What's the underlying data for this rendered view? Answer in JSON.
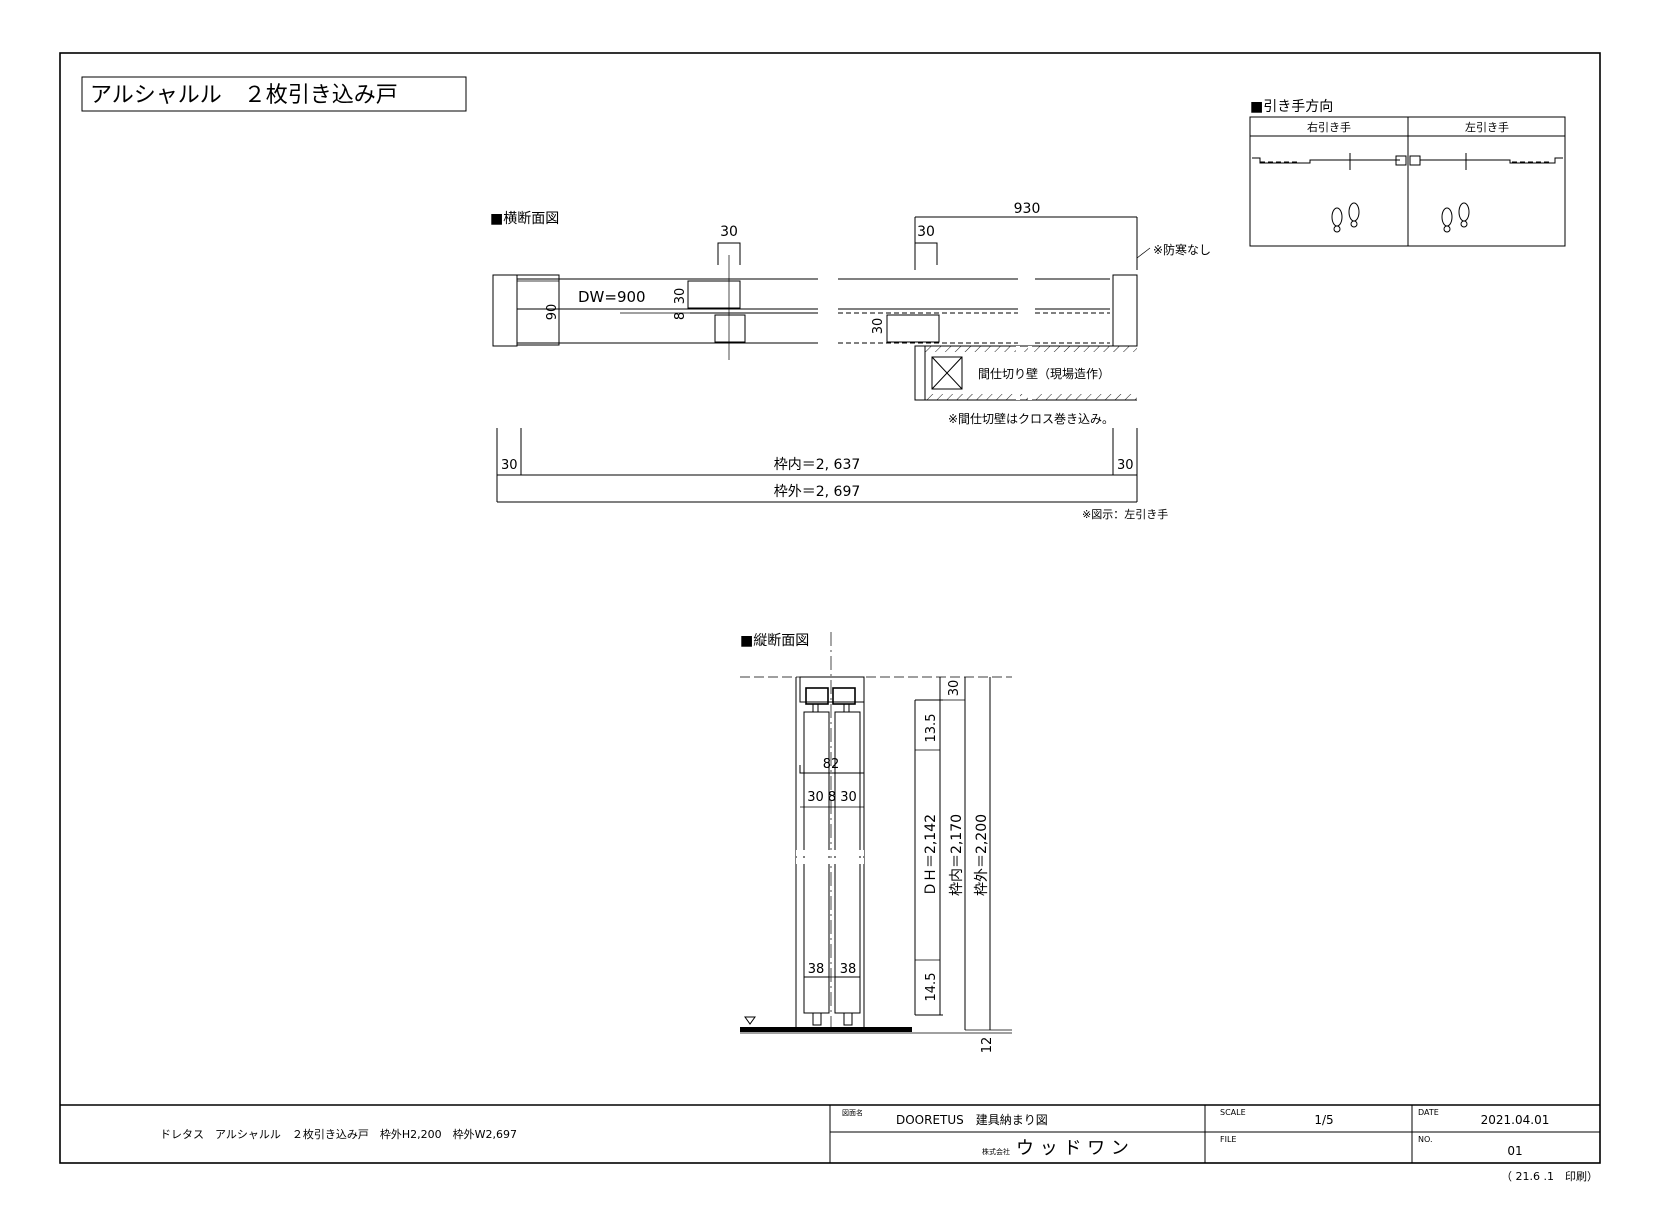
{
  "title": "アルシャルル　２枚引き込み戸",
  "handle_direction": {
    "heading": "■引き手方向",
    "right_label": "右引き手",
    "left_label": "左引き手"
  },
  "horizontal_section": {
    "heading": "■横断面図",
    "dim_930": "930",
    "dim_30_a": "30",
    "dim_30_b": "30",
    "dw": "DW=900",
    "dim_30_door": "30",
    "dim_8": "8",
    "dim_90": "90",
    "dim_30_c": "30",
    "note_weather": "※防寒なし",
    "partition_label": "間仕切り壁（現場造作）",
    "partition_note": "※間仕切壁はクロス巻き込み。",
    "dim_30_left": "30",
    "dim_30_right": "30",
    "inner_width": "枠内＝2, 637",
    "outer_width": "枠外＝2, 697",
    "figure_note": "※図示：左引き手"
  },
  "vertical_section": {
    "heading": "■縦断面図",
    "dim_82": "82",
    "dim_30_8_30": "30 8 30",
    "dim_38_a": "38",
    "dim_38_b": "38",
    "dim_30_top": "30",
    "dim_13_5": "13.5",
    "dim_14_5": "14.5",
    "dh": "ＤＨ＝2,142",
    "inner_height": "枠内＝2,170",
    "outer_height": "枠外＝2,200",
    "dim_12": "12"
  },
  "title_block": {
    "description": "ドレタス　アルシャルル　２枚引き込み戸　枠外H2,200　枠外W2,697",
    "drawing_name_label": "図面名",
    "drawing_name": "DOORETUS　建具納まり図",
    "company_prefix": "株式会社",
    "company": "ウ ッ ド ワ ン",
    "scale_label": "SCALE",
    "scale": "1/5",
    "file_label": "FILE",
    "file": "",
    "date_label": "DATE",
    "date": "2021.04.01",
    "no_label": "NO.",
    "no": "01",
    "print_note": "（ 21.6 .1　印刷）"
  }
}
